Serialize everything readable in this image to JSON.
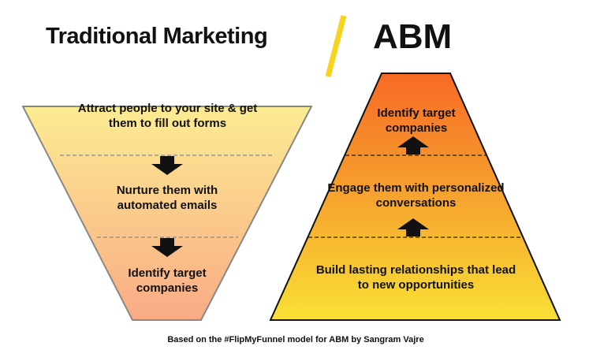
{
  "titles": {
    "left": "Traditional Marketing",
    "right": "ABM"
  },
  "funnel": {
    "stages": [
      "Attract people to your site & get them to fill out forms",
      "Nurture them with automated emails",
      "Identify target companies"
    ]
  },
  "pyramid": {
    "stages": [
      "Identify target companies",
      "Engage them with personalized conversations",
      "Build lasting relationships that lead to new opportunities"
    ]
  },
  "footer": "Based on the #FlipMyFunnel model for ABM by Sangram Vajre",
  "colors": {
    "slash": "#f7d21e",
    "funnel_top": "#fcec92",
    "funnel_bottom": "#f9ab85",
    "pyramid_top": "#f76a25",
    "pyramid_bottom": "#f9e134"
  }
}
